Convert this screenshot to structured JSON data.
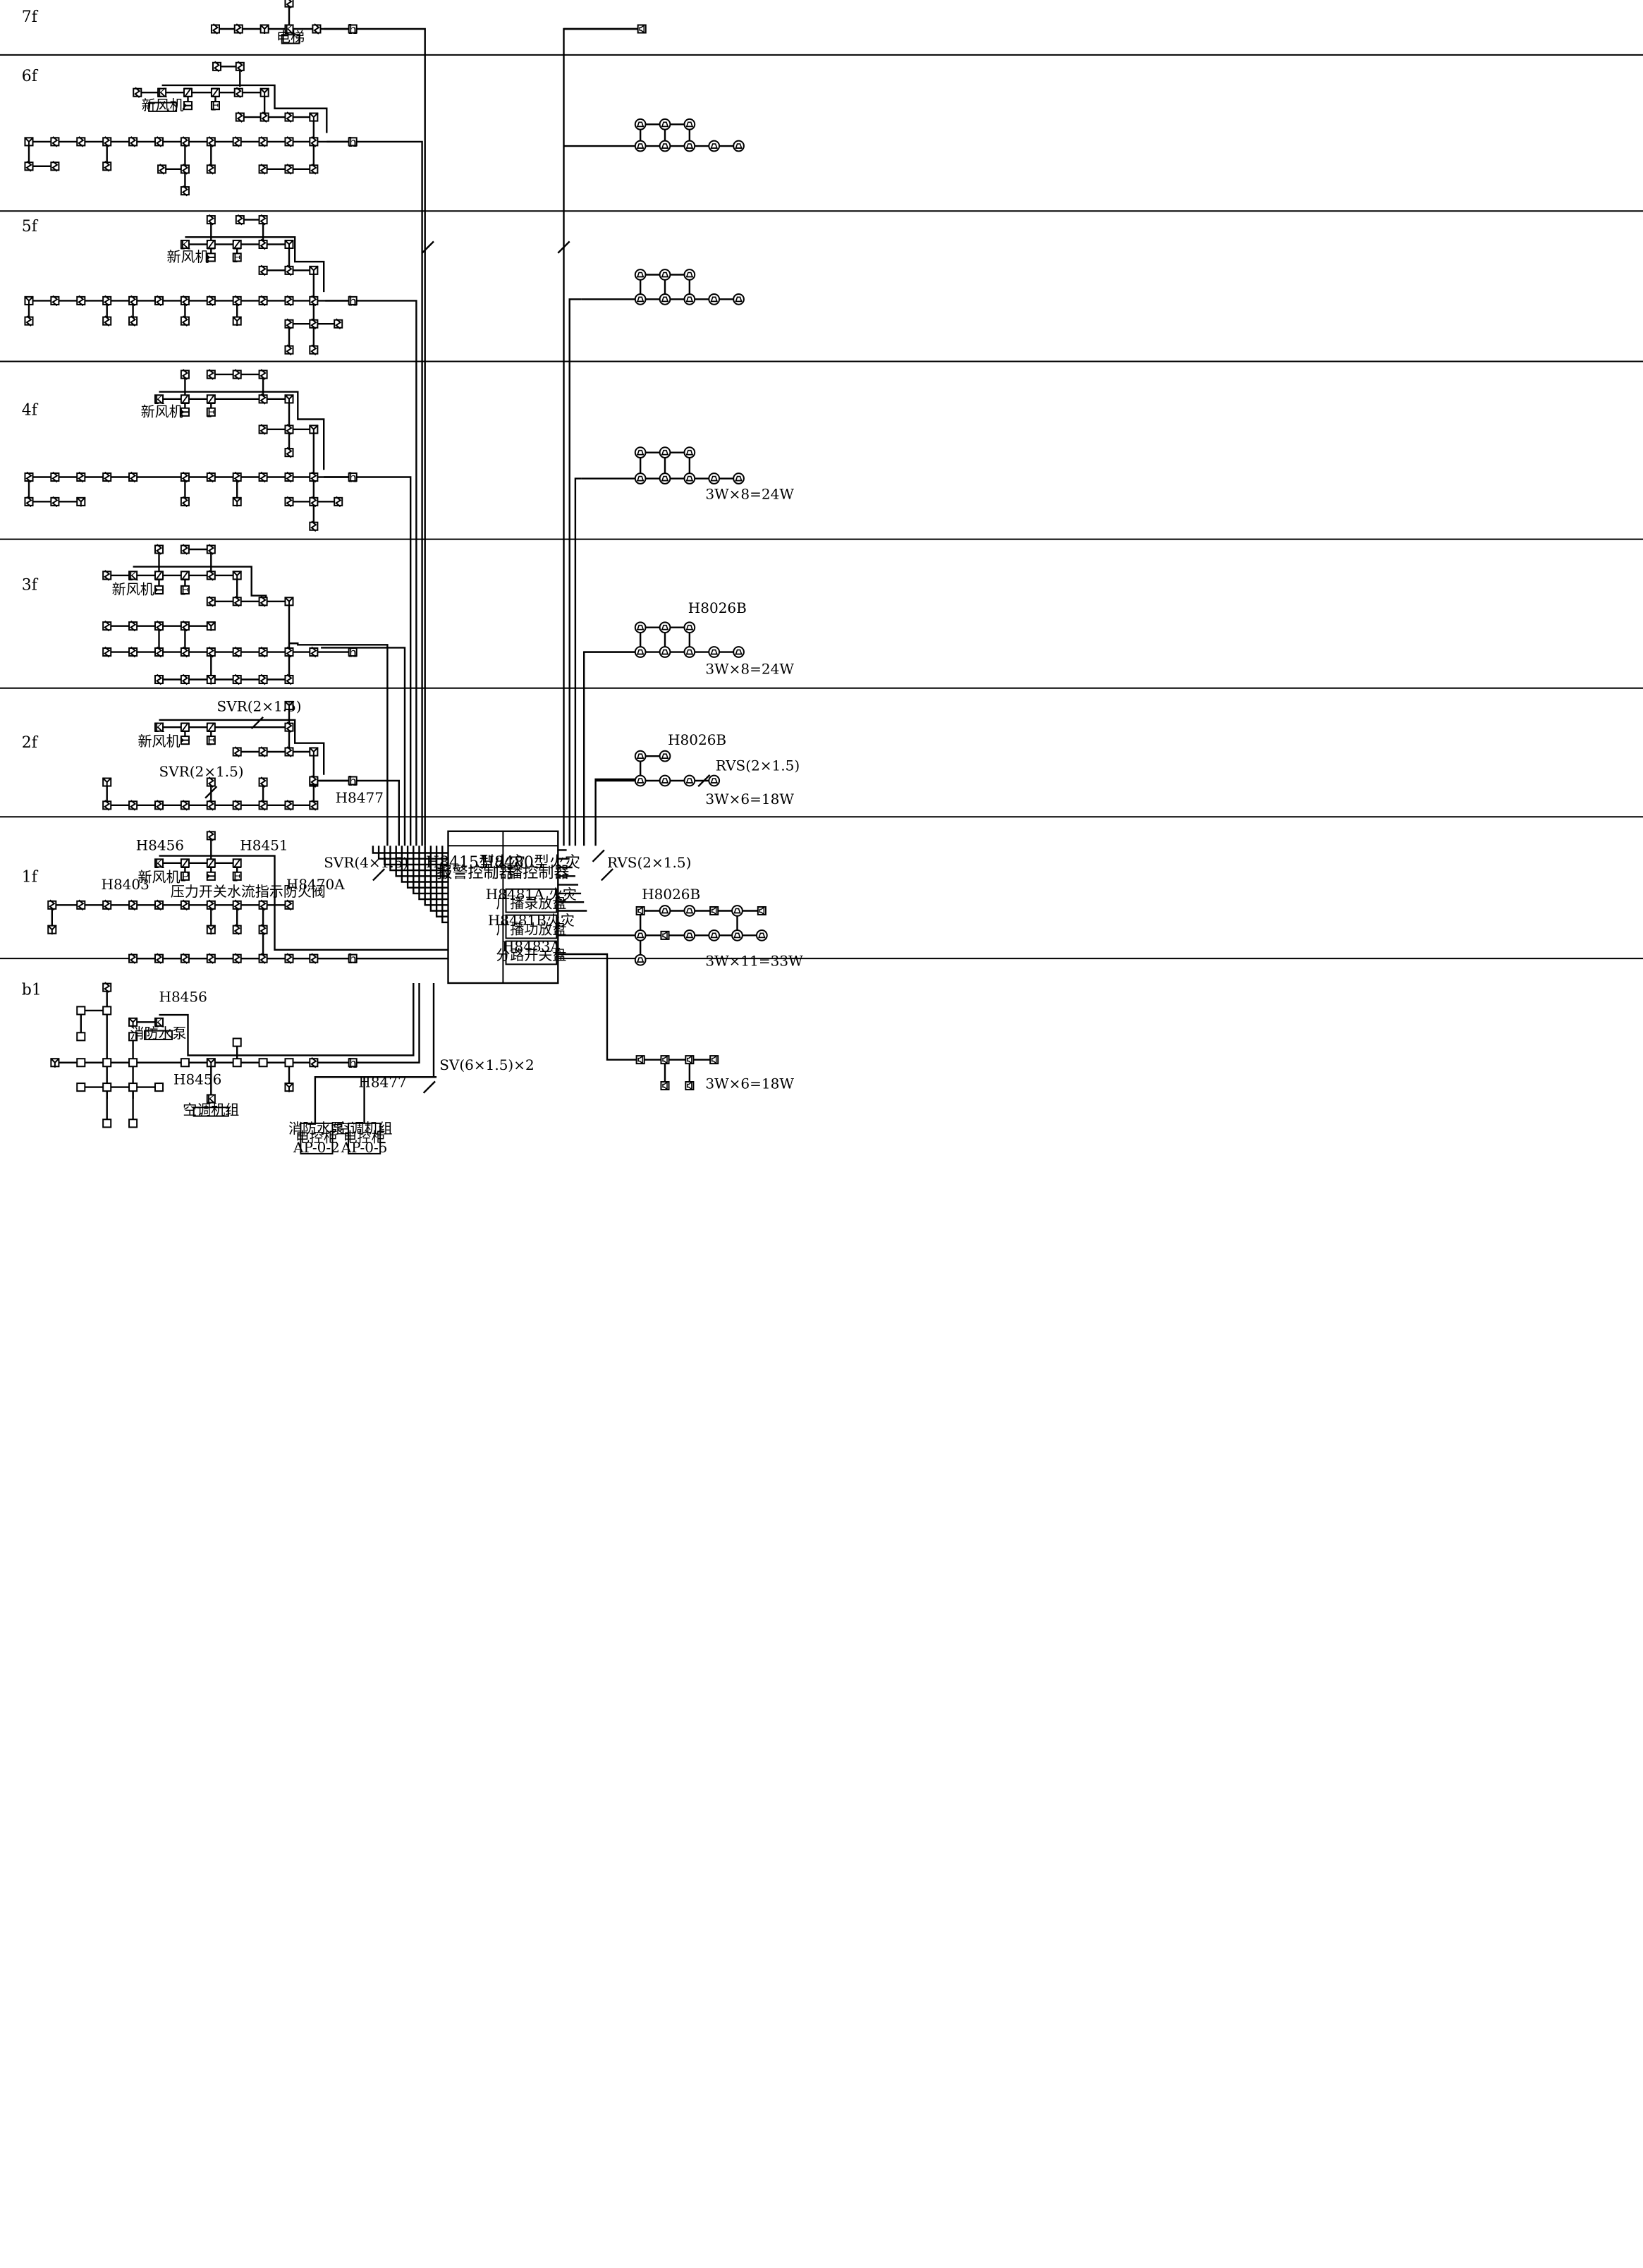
{
  "floors": [
    {
      "id": "7f",
      "label": "7f"
    },
    {
      "id": "6f",
      "label": "6f"
    },
    {
      "id": "5f",
      "label": "5f"
    },
    {
      "id": "4f",
      "label": "4f"
    },
    {
      "id": "3f",
      "label": "3f"
    },
    {
      "id": "2f",
      "label": "2f"
    },
    {
      "id": "1f",
      "label": "1f"
    },
    {
      "id": "b1",
      "label": "b1"
    }
  ],
  "device_names": {
    "smoke": "smoke-detector-icon",
    "heat": "heat-detector-icon",
    "manual": "manual-alarm-button-icon",
    "hydrant": "hydrant-button-icon",
    "speaker_ceiling": "ceiling-speaker-icon",
    "speaker_wall": "wall-speaker-icon"
  },
  "symbols": {
    "K": "K",
    "Z": "Z",
    "F": "F",
    "P": "P",
    "h": "h"
  },
  "labels": {
    "elevator": "电梯",
    "fresh_air_unit": "新风机",
    "fire_pump": "消防水泵",
    "ac_unit": "空调机组",
    "svr_4": "SVR(4×1.5)",
    "svr_2": "SVR(2×1.5)",
    "rvs_2": "RVS(2×1.5)",
    "sv_6": "SV(6×1.5)×2",
    "power_4f": "3W×8=24W",
    "power_3f": "3W×8=24W",
    "power_2f": "3W×6=18W",
    "power_1f": "3W×11=33W",
    "power_b1": "3W×6=18W",
    "h8026b": "H8026B",
    "h8477": "H8477",
    "h8456": "H8456",
    "h8451": "H8451",
    "h8403": "H8403",
    "h8470a": "H8470A",
    "valve_note": "压力开关水流指示防火阀"
  },
  "controllers": {
    "alarm": {
      "line1": "H8415型火灾",
      "line2": "报警控制器"
    },
    "broadcast": {
      "line1": "H8480型火灾",
      "line2": "广播控制器"
    },
    "panel_a": {
      "line1": "H8481A 火灾",
      "line2": "广播录放盘"
    },
    "panel_b": {
      "line1": "H8481B火灾",
      "line2": "广播功放盘"
    },
    "panel_c": {
      "line1": "H8483A",
      "line2": "分路开关盘"
    }
  },
  "cabinets": {
    "pump": {
      "line1": "消防水泵",
      "line2": "电控柜",
      "line3": "AP-0-2"
    },
    "ac": {
      "line1": "空调机组",
      "line2": "电控柜",
      "line3": "AP-0-5"
    }
  }
}
